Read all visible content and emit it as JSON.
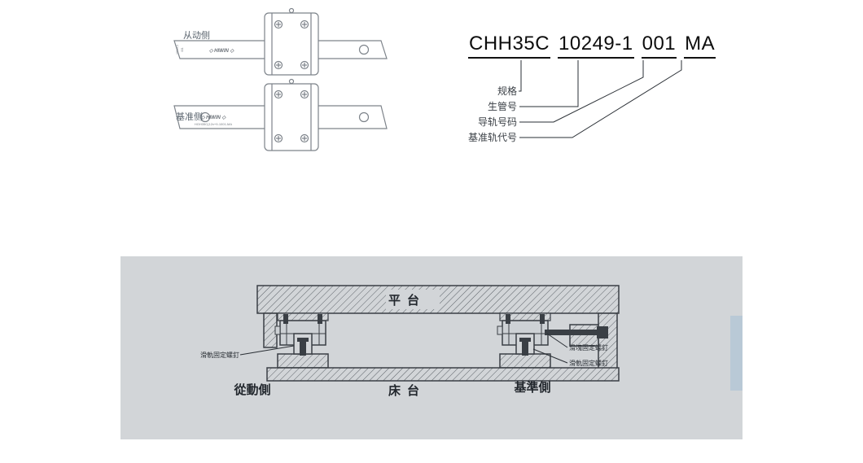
{
  "page": {
    "bg": "#ffffff"
  },
  "side_view": {
    "driven_label": "从动侧",
    "reference_label": "基准侧",
    "brand_mark": "◇ HIWIN ◇",
    "rail_marking": "HGH35C(12x+9-1001-MA",
    "end_marking_line1": "10249-1",
    "end_marking_line2": "001"
  },
  "part_number": {
    "full": "CHH35C 10249-1 001 MA",
    "segments": [
      {
        "text": "CHH35C",
        "label": "规格"
      },
      {
        "text": "10249-1",
        "label": "生管号"
      },
      {
        "text": "001",
        "label": "导轨号码"
      },
      {
        "text": "MA",
        "label": "基准轨代号"
      }
    ]
  },
  "cross_section": {
    "platform_label": "平台",
    "bed_label": "床台",
    "driven_label": "從動側",
    "reference_label": "基準側",
    "note_rail_screw_left": "滑軌固定螺釘",
    "note_block_screw_right": "滑塊固定螺釘",
    "note_rail_screw_right": "滑軌固定螺釘",
    "colors": {
      "panel_bg": "#d2d5d8",
      "line": "#3a3f45",
      "accent_strip": "#b9c9d6"
    }
  }
}
